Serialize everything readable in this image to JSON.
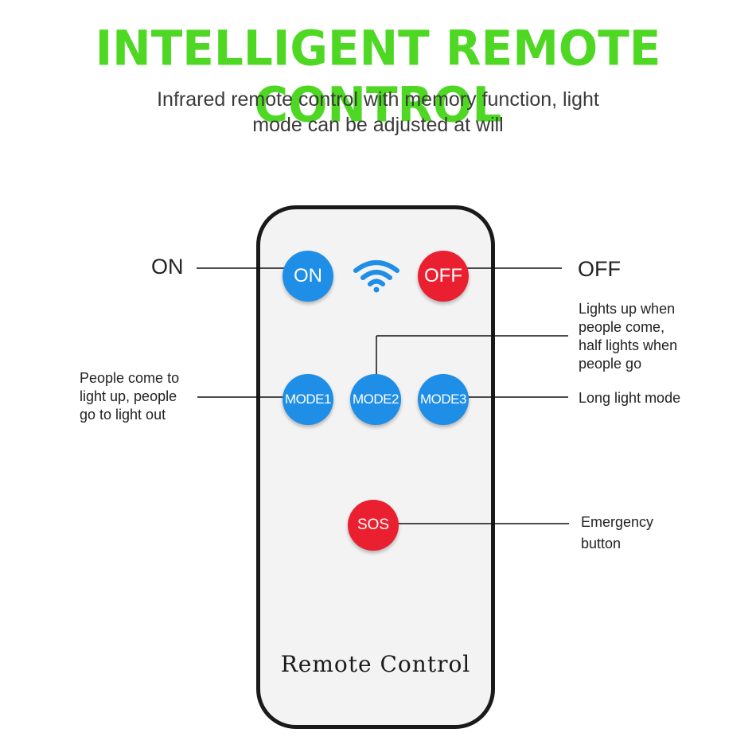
{
  "header": {
    "title": "INTELLIGENT REMOTE CONTROL",
    "subtitle_lines": [
      "Infrared remote control with memory function, light",
      "mode can be adjusted at will"
    ]
  },
  "remote": {
    "label": "Remote Control",
    "buttons": {
      "on": "ON",
      "off": "OFF",
      "mode1": "MODE1",
      "mode2": "MODE2",
      "mode3": "MODE3",
      "sos": "SOS"
    },
    "signal_icon": "wifi-signal-icon"
  },
  "callouts": {
    "on": "ON",
    "off": "OFF",
    "mode2_lines": [
      "Lights up when",
      "people come,",
      "half lights when",
      "people go"
    ],
    "mode1_lines": [
      "People come to",
      "light up, people",
      "go to light out"
    ],
    "mode3": "Long light mode",
    "sos_lines": [
      "Emergency",
      "button"
    ]
  },
  "colors": {
    "title_green": "#4ed823",
    "button_blue": "#1f8ee6",
    "button_red": "#ea2030",
    "remote_body": "#f3f3f3",
    "remote_border": "#1a1a1a"
  }
}
